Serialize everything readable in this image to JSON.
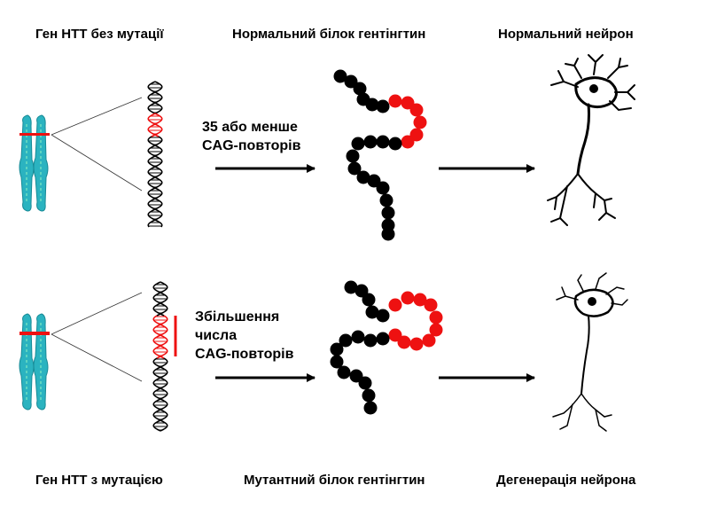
{
  "top_row": {
    "gene_label": "Ген HTT без мутації",
    "protein_label": "Нормальний білок гентінгтин",
    "neuron_label": "Нормальний нейрон",
    "repeat_note_line1": "35 або менше",
    "repeat_note_line2": "CAG-повторів"
  },
  "bottom_row": {
    "gene_label": "Ген HTT з мутацією",
    "protein_label": "Мутантний білок гентінгтин",
    "neuron_label": "Дегенерація нейрона",
    "repeat_note_line1": "Збільшення",
    "repeat_note_line2": "числа",
    "repeat_note_line3": "CAG-повторів"
  },
  "colors": {
    "chromosome": "#2bb3c0",
    "chromosome_dark": "#178a96",
    "highlight": "#ee1111",
    "ink": "#000000"
  }
}
